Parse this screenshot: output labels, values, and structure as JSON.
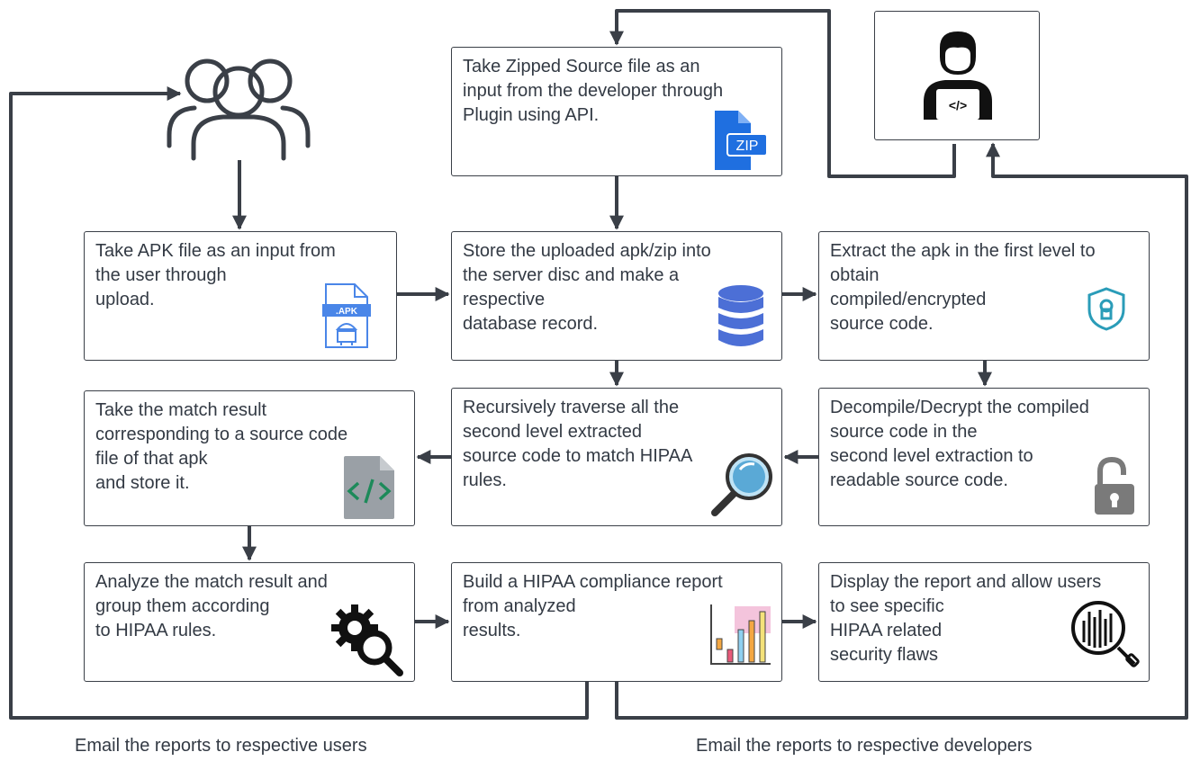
{
  "steps": {
    "zip_input": "Take Zipped Source file as an\ninput from the developer through\nPlugin using API.",
    "apk_input": "Take APK file as an input from\nthe user through\nupload.",
    "store": "Store the uploaded apk/zip into\nthe server disc and make a\nrespective\ndatabase record.",
    "extract": "Extract the apk in the first level to\nobtain\ncompiled/encrypted\nsource code.",
    "decompile": "Decompile/Decrypt the compiled\nsource code in the\nsecond level extraction to\nreadable source code.",
    "traverse": "Recursively traverse all the\nsecond level extracted\nsource code to match HIPAA\nrules.",
    "match_result": "Take the match result\ncorresponding to a source code\nfile of that apk\nand store it.",
    "analyze": "Analyze the match result and\ngroup them according\nto HIPAA rules.",
    "build_report": "Build a HIPAA compliance report\nfrom analyzed\nresults.",
    "display_report": "Display the report and allow users\nto see specific\nHIPAA related\nsecurity flaws"
  },
  "icon_labels": {
    "zip": "ZIP",
    "apk": ".APK",
    "developer": "</>"
  },
  "captions": {
    "email_users": "Email the reports to respective users",
    "email_developers": "Email the reports to respective developers"
  },
  "colors": {
    "line": "#3a3f47",
    "zip_blue": "#1f6fe0",
    "apk_blue": "#4a86e8",
    "database": "#4c6fd6",
    "shield": "#2a9cb8",
    "lock": "#7a7a7a",
    "code_file": "#9aa0a6",
    "code_green": "#1d8a5a",
    "magnifier": "#5aa9d6",
    "chart_pink": "#f4c4dc"
  }
}
